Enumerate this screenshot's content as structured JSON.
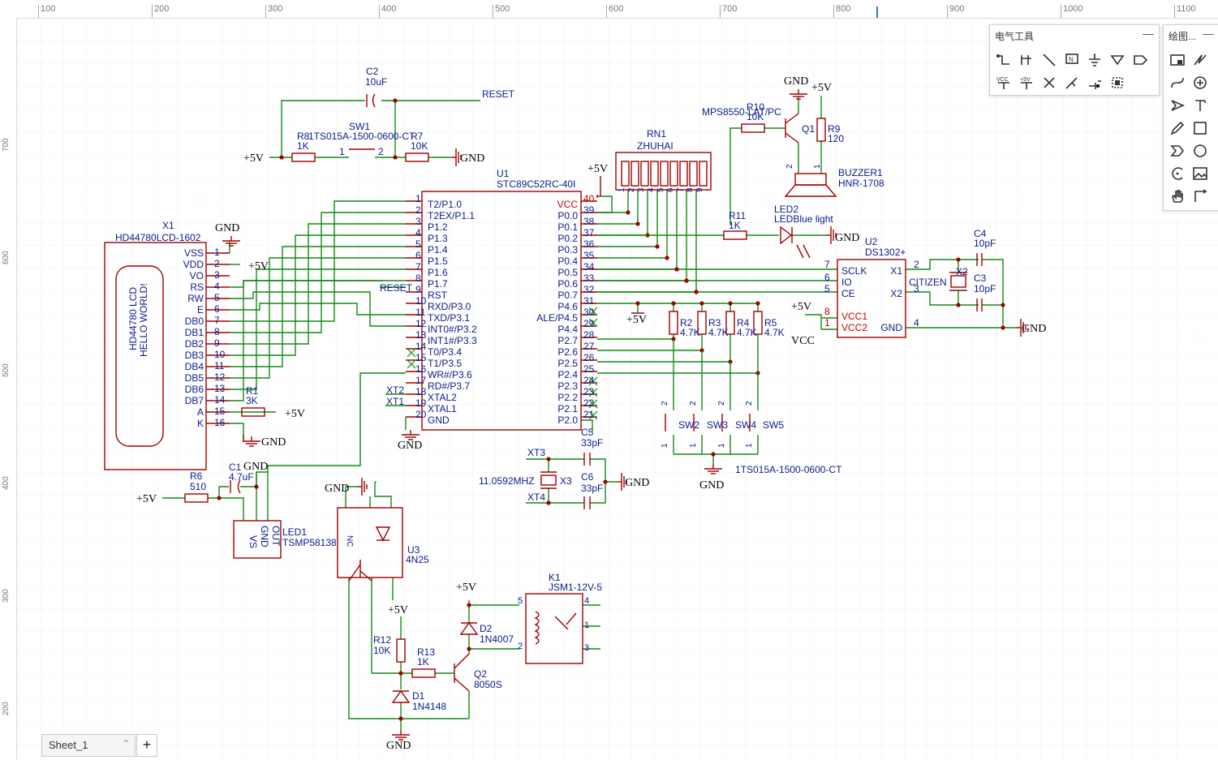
{
  "ruler": {
    "top_ticks": [
      "100",
      "200",
      "300",
      "400",
      "500",
      "600",
      "700",
      "800",
      "900",
      "1000",
      "1100"
    ],
    "left_ticks": [
      "700",
      "600",
      "500",
      "400",
      "300",
      "200"
    ]
  },
  "panels": {
    "electrical": {
      "title": "电气工具",
      "minimize": "—"
    },
    "drawing": {
      "title": "绘图...",
      "minimize": "—"
    }
  },
  "sheet": {
    "tab_label": "Sheet_1",
    "add_label": "+"
  },
  "schematic": {
    "lcd": {
      "ref": "X1",
      "part": "HD44780LCD-1602",
      "body1": "HD44780 LCD",
      "body2": "HELLO WORLD!",
      "pins": [
        [
          "VSS",
          "1"
        ],
        [
          "VDD",
          "2"
        ],
        [
          "VO",
          "3"
        ],
        [
          "RS",
          "4"
        ],
        [
          "RW",
          "5"
        ],
        [
          "E",
          "6"
        ],
        [
          "DB0",
          "7"
        ],
        [
          "DB1",
          "8"
        ],
        [
          "DB2",
          "9"
        ],
        [
          "DB3",
          "10"
        ],
        [
          "DB4",
          "11"
        ],
        [
          "DB5",
          "12"
        ],
        [
          "DB6",
          "13"
        ],
        [
          "DB7",
          "14"
        ],
        [
          "A",
          "15"
        ],
        [
          "K",
          "16"
        ]
      ]
    },
    "mcu": {
      "ref": "U1",
      "part": "STC89C52RC-40I",
      "left": [
        [
          "1",
          "T2/P1.0"
        ],
        [
          "2",
          "T2EX/P1.1"
        ],
        [
          "3",
          "P1.2"
        ],
        [
          "4",
          "P1.3"
        ],
        [
          "5",
          "P1.4"
        ],
        [
          "6",
          "P1.5"
        ],
        [
          "7",
          "P1.6"
        ],
        [
          "8",
          "P1.7"
        ],
        [
          "9",
          "RST"
        ],
        [
          "10",
          "RXD/P3.0"
        ],
        [
          "11",
          "TXD/P3.1"
        ],
        [
          "12",
          "INT0#/P3.2"
        ],
        [
          "13",
          "INT1#/P3.3"
        ],
        [
          "14",
          "T0/P3.4"
        ],
        [
          "15",
          "T1/P3.5"
        ],
        [
          "16",
          "WR#/P3.6"
        ],
        [
          "17",
          "RD#/P3.7"
        ],
        [
          "18",
          "XTAL2"
        ],
        [
          "19",
          "XTAL1"
        ],
        [
          "20",
          "GND"
        ]
      ],
      "right": [
        [
          "40",
          "VCC"
        ],
        [
          "39",
          "P0.0"
        ],
        [
          "38",
          "P0.1"
        ],
        [
          "37",
          "P0.2"
        ],
        [
          "36",
          "P0.3"
        ],
        [
          "35",
          "P0.4"
        ],
        [
          "34",
          "P0.5"
        ],
        [
          "33",
          "P0.6"
        ],
        [
          "32",
          "P0.7"
        ],
        [
          "31",
          "P4.6"
        ],
        [
          "30",
          "ALE/P4.5"
        ],
        [
          "29",
          "P4.4"
        ],
        [
          "28",
          "P2.7"
        ],
        [
          "27",
          "P2.6"
        ],
        [
          "26",
          "P2.5"
        ],
        [
          "25",
          "P2.4"
        ],
        [
          "24",
          "P2.3"
        ],
        [
          "23",
          "P2.2"
        ],
        [
          "22",
          "P2.1"
        ],
        [
          "21",
          "P2.0"
        ]
      ]
    },
    "labels": {
      "c2": "C2",
      "c2v": "10uF",
      "reset": "RESET",
      "r8": "R8",
      "r8v": "1K",
      "sw1": "SW1",
      "sw1p": "1TS015A-1500-0600-CT",
      "r7": "R7",
      "r7v": "10K",
      "p5v": "+5V",
      "gnd": "GND",
      "pin1": "1",
      "pin2": "2",
      "rn1": "RN1",
      "rn1v": "ZHUHAI",
      "q1part": "MPS8550-LAT/PC",
      "r10": "R10",
      "r10v": "10K",
      "q1": "Q1",
      "r9": "R9",
      "r9v": "120",
      "buzzer": "BUZZER1",
      "buzzerp": "HNR-1708",
      "r11": "R11",
      "r11v": "1K",
      "led2": "LED2",
      "led2v": "LEDBlue light",
      "u2": "U2",
      "u2p": "DS1302+",
      "sclk": "SCLK",
      "io": "IO",
      "ce": "CE",
      "x1p": "X1",
      "x2p": "X2",
      "vcc1": "VCC1",
      "vcc2": "VCC2",
      "gndp": "GND",
      "x2": "X2",
      "citizen": "CITIZEN",
      "c4": "C4",
      "c4v": "10pF",
      "c3": "C3",
      "c3v": "10pF",
      "vcc": "VCC",
      "r2": "R2",
      "r3": "R3",
      "r4": "R4",
      "r5": "R5",
      "r47": "4.7K",
      "sw2": "SW2",
      "sw3": "SW3",
      "sw4": "SW4",
      "sw5": "SW5",
      "swpart": "1TS015A-1500-0600-CT",
      "c5": "C5",
      "c5v": "33pF",
      "c6": "C6",
      "c6v": "33pF",
      "x3": "X3",
      "x3v": "11.0592MHZ",
      "xt3": "XT3",
      "xt4": "XT4",
      "xt2": "XT2",
      "xt1": "XT1",
      "r1": "R1",
      "r1v": "3K",
      "r6": "R6",
      "r6v": "510",
      "c1": "C1",
      "c1v": "4.7uF",
      "led1": "LED1",
      "led1p": "TSMP58138",
      "vs": "VS",
      "gnd2": "GND",
      "out": "OUT",
      "u3": "U3",
      "u3p": "4N25",
      "nc": "NC",
      "k1": "K1",
      "k1p": "JSM1-12V-5",
      "d2": "D2",
      "d2p": "1N4007",
      "r12": "R12",
      "r12v": "10K",
      "r13": "R13",
      "r13v": "1K",
      "q2": "Q2",
      "q2p": "8050S",
      "d1": "D1",
      "d1p": "1N4148"
    }
  },
  "tools": {
    "electrical": [
      "wire-icon",
      "bus-icon",
      "line-icon",
      "netlabel-icon",
      "ground-icon",
      "netflag-icon",
      "netport-icon",
      "vcc-icon",
      "plus5v-icon",
      "noconnect-icon",
      "probe-icon",
      "pin-icon",
      "group-icon"
    ],
    "drawing": [
      "rect-icon",
      "polyline-icon",
      "bezier-icon",
      "circle-move-icon",
      "arrow-icon",
      "text-icon",
      "pen-icon",
      "square-icon",
      "chevron-icon",
      "ellipse-icon",
      "arc-icon",
      "image-icon",
      "hand-icon",
      "select-icon"
    ]
  }
}
